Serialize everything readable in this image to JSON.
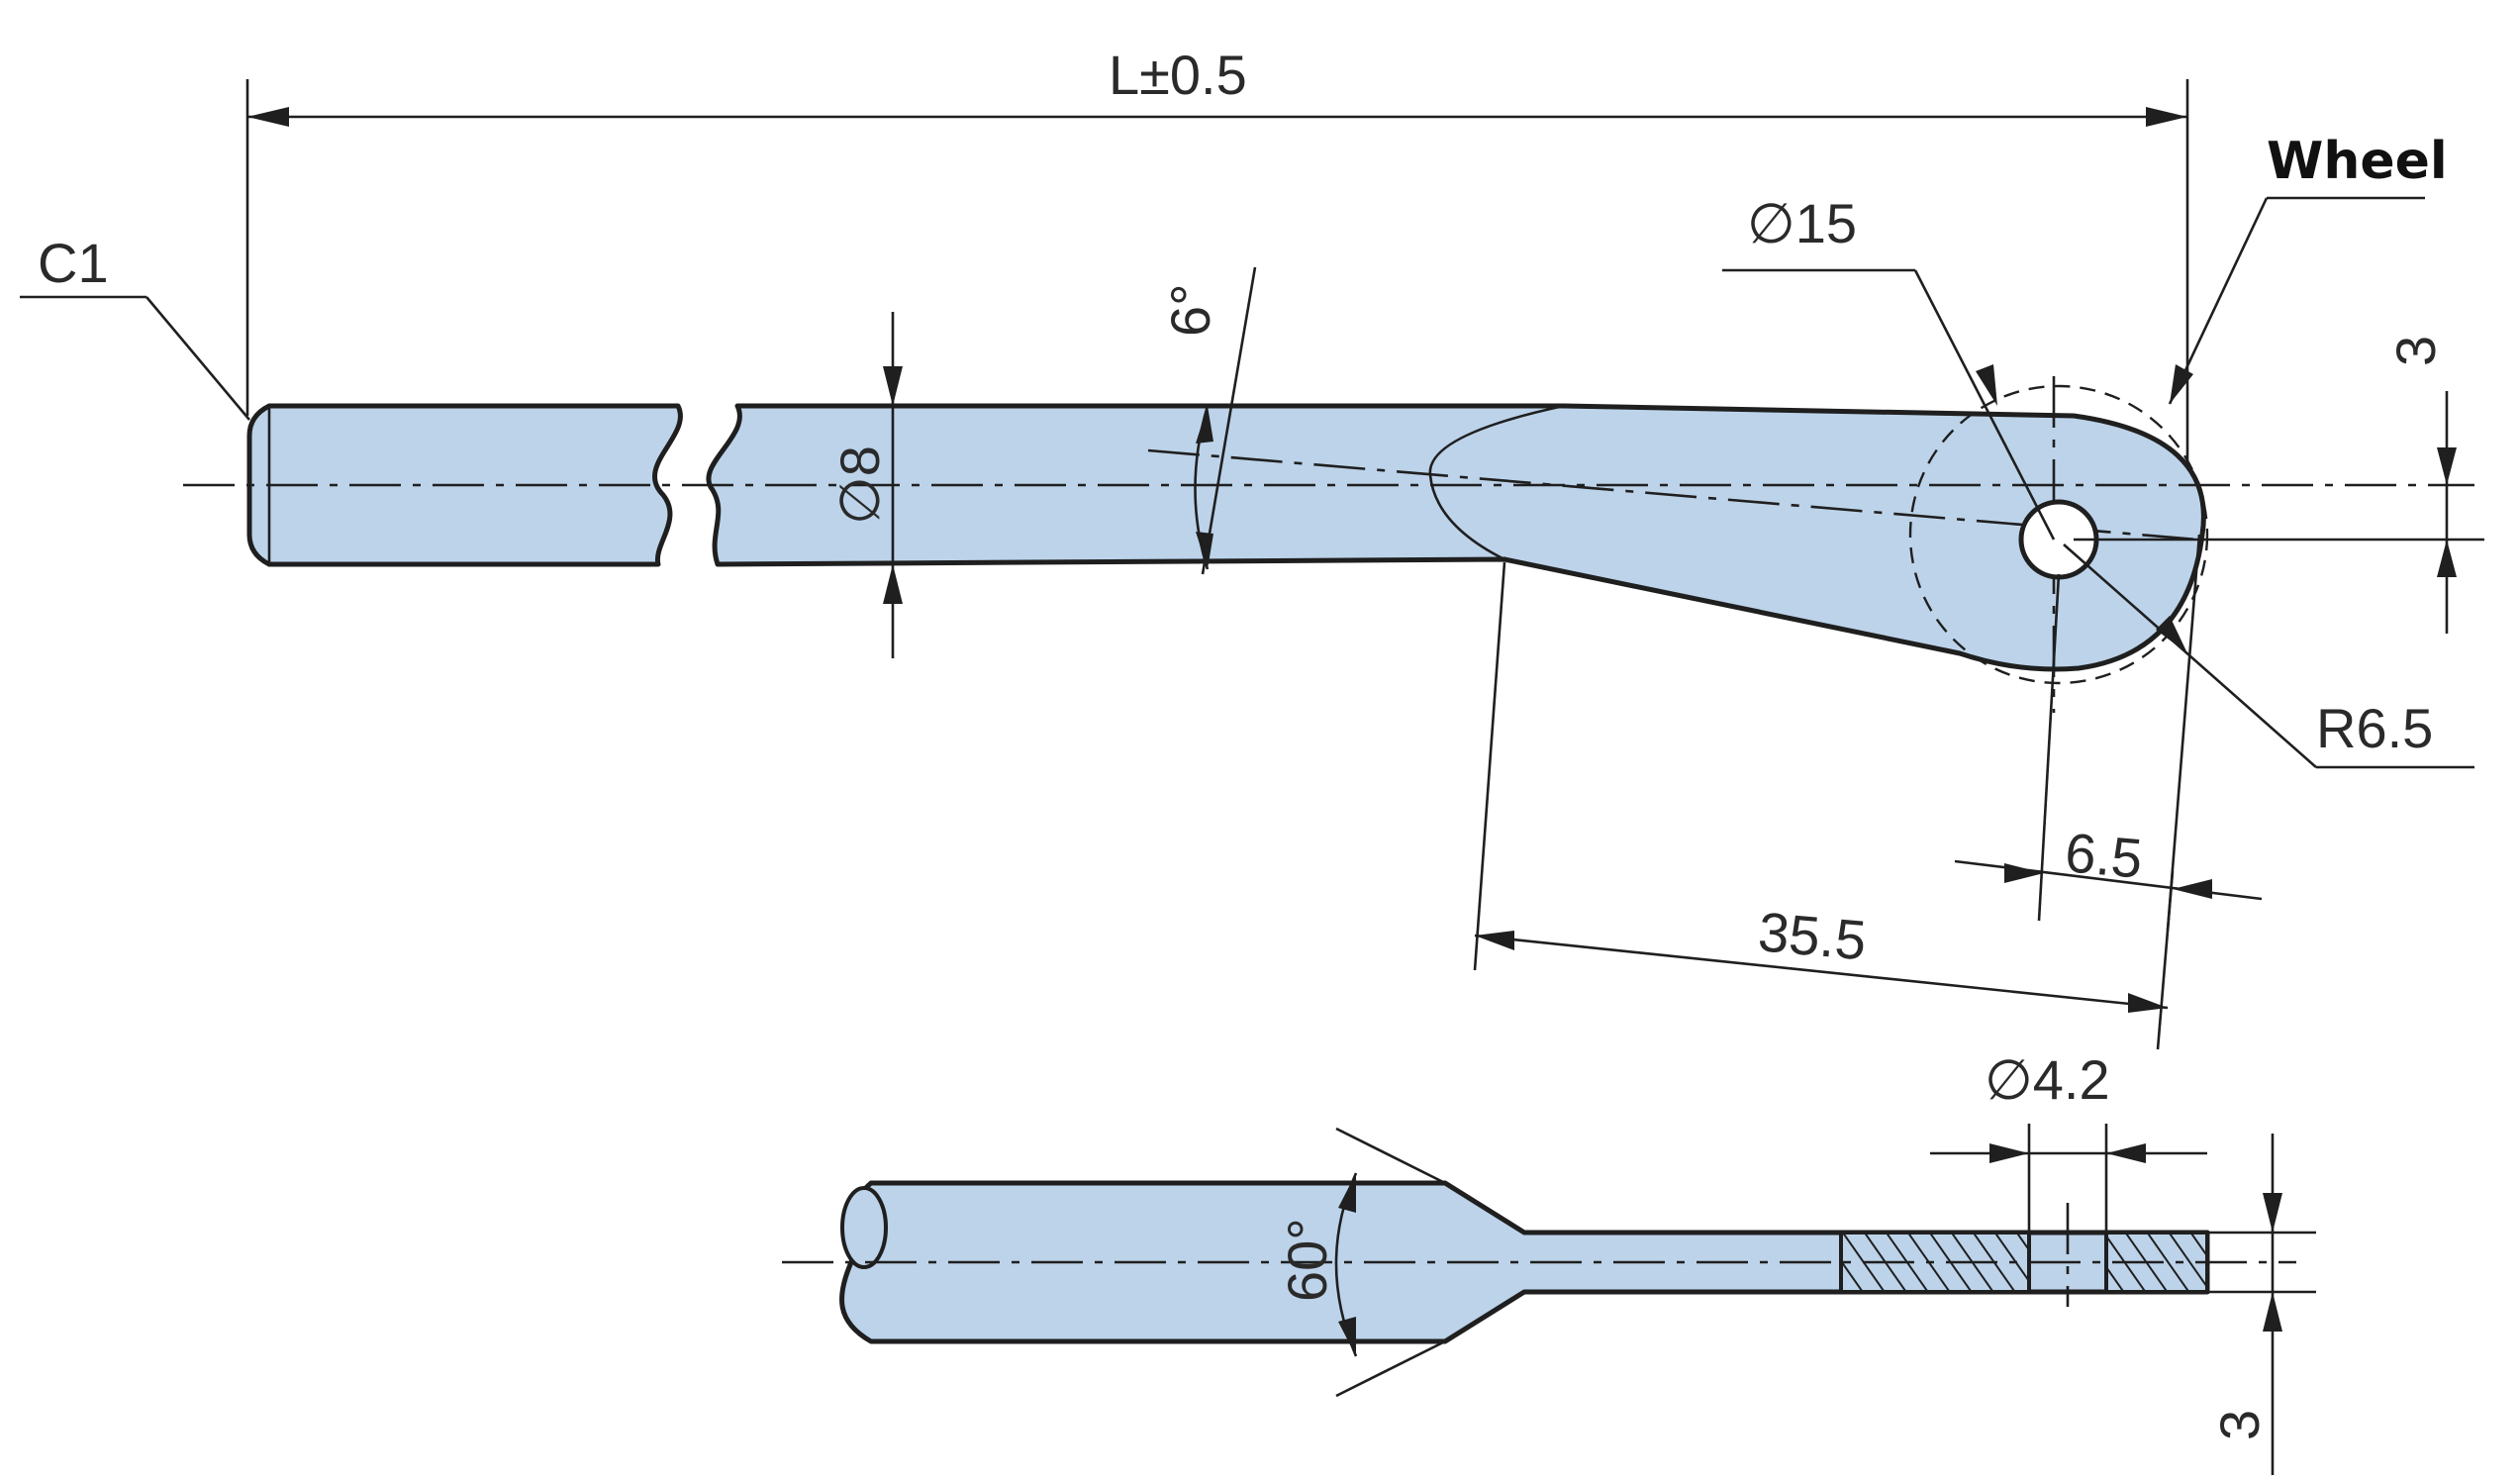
{
  "drawing": {
    "dimensions": {
      "overall_length": "L±0.5",
      "chamfer": "C1",
      "shaft_diameter": "∅8",
      "bend_angle": "6°",
      "eye_diameter": "∅15",
      "wheel_label": "Wheel",
      "offset_top": "3",
      "eye_radius": "R6.5",
      "eye_to_edge": "6.5",
      "eye_length": "35.5",
      "hole_diameter": "∅4.2",
      "taper_angle": "60°",
      "flat_thickness": "3"
    },
    "colors": {
      "part_fill": "#bcd3ea",
      "line": "#1f1f1f"
    }
  }
}
